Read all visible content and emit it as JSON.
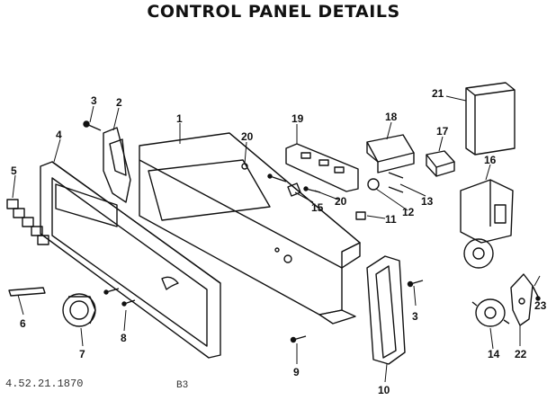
{
  "title": "CONTROL PANEL DETAILS",
  "doc_number": "4.52.21.1870",
  "page_code": "B3",
  "callouts": [
    "1",
    "2",
    "3",
    "3",
    "4",
    "5",
    "6",
    "7",
    "8",
    "9",
    "10",
    "11",
    "12",
    "13",
    "14",
    "15",
    "16",
    "17",
    "18",
    "19",
    "20",
    "20",
    "21",
    "22",
    "23"
  ]
}
